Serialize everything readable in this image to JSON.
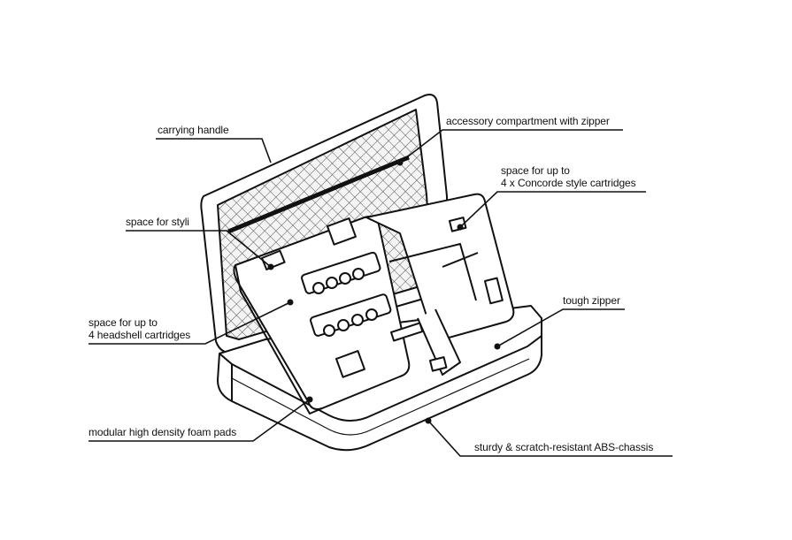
{
  "labels": {
    "carrying_handle": "carrying handle",
    "accessory_compartment": "accessory compartment with zipper",
    "concorde_line1": "space for up to",
    "concorde_line2": "4 x Concorde style cartridges",
    "styli": "space for styli",
    "tough_zipper": "tough zipper",
    "headshell_line1": "space for up to",
    "headshell_line2": "4 headshell cartridges",
    "foam_pads": "modular high density foam pads",
    "abs_chassis": "sturdy & scratch-resistant ABS-chassis"
  },
  "colors": {
    "ink": "#111111",
    "fill": "#ffffff",
    "shade": "#e6e6e6"
  }
}
